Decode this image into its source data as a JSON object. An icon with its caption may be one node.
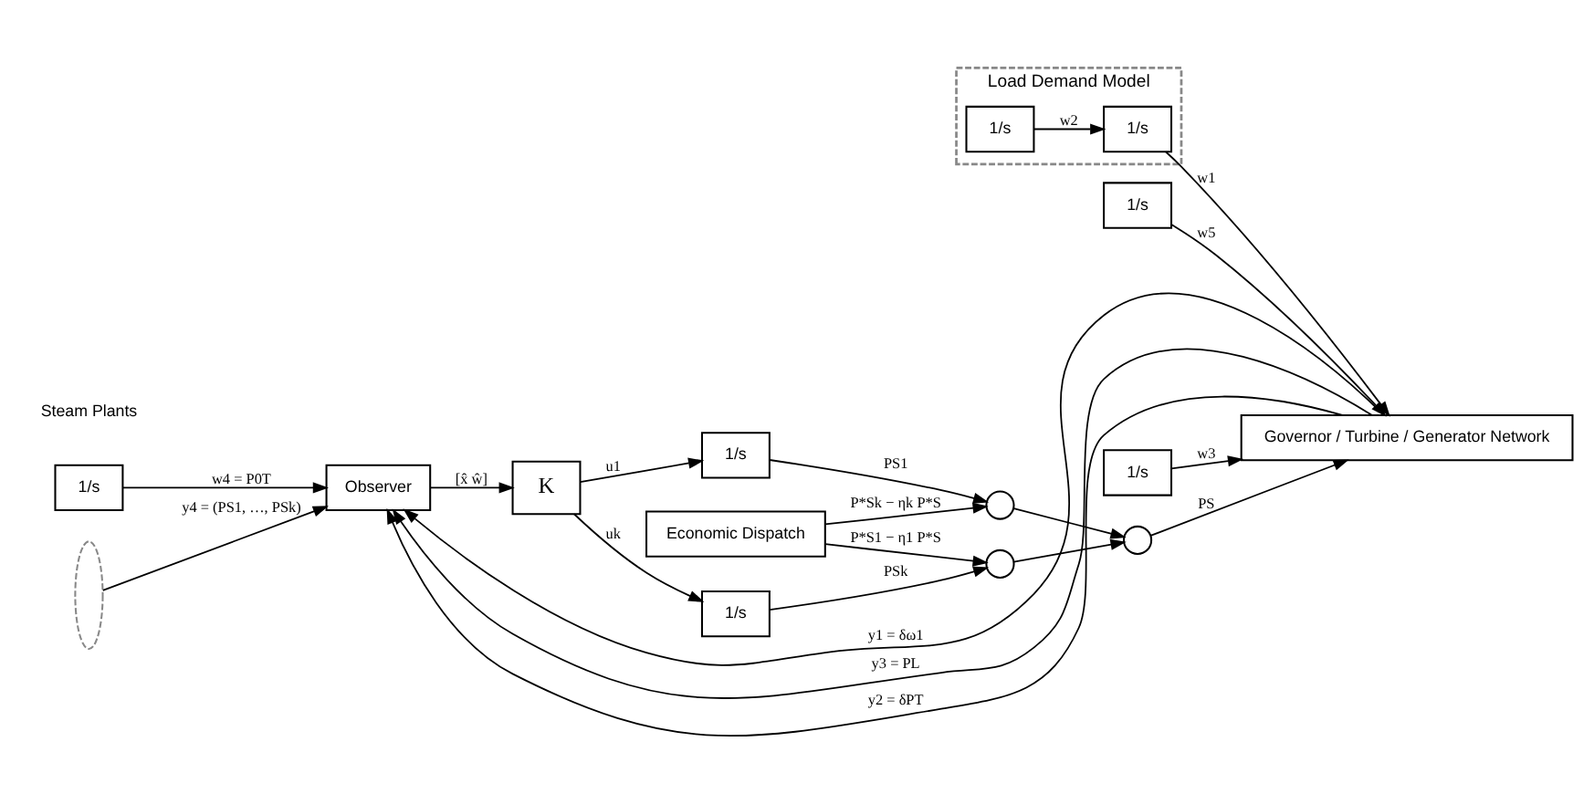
{
  "diagram": {
    "nodes": [
      {
        "text": [
          "Economic Dispatch"
        ]
      },
      {
        "text": [
          "1/s"
        ]
      },
      {
        "text": [
          "Observer"
        ]
      },
      {
        "text": [
          "K"
        ]
      },
      {
        "text": [
          "1/s"
        ]
      },
      {
        "text": [
          "1/s"
        ]
      },
      {
        "text": [],
        "shape": "circle"
      },
      {
        "text": [],
        "shape": "circle"
      },
      {
        "text": [],
        "shape": "circle"
      },
      {
        "text": [
          "Load Demand Model"
        ]
      },
      {
        "text": [
          "1/s"
        ],
        "in": 9
      },
      {
        "text": [
          "1/s"
        ],
        "in": 9
      },
      {
        "text": [
          "Governor / Turbine / Generator Network"
        ]
      },
      {
        "text": [
          "1/s"
        ]
      },
      {
        "text": [
          "1/s"
        ]
      },
      {
        "text": [],
        "shape": "ellipse"
      }
    ],
    "edges": [
      {
        "from": 0,
        "to": 7,
        "arrow": "to",
        "label": "P*S1 − η1 P*S"
      },
      {
        "from": 0,
        "to": 6,
        "arrow": "to",
        "label": "P*Sk − ηk P*S"
      },
      {
        "from": 1,
        "to": 2,
        "arrow": "to",
        "label": "w4 = P0T"
      },
      {
        "from": 2,
        "to": 3,
        "arrow": "to",
        "label": "[x̂ ŵ]"
      },
      {
        "from": 3,
        "to": 4,
        "arrow": "to",
        "label": "u1"
      },
      {
        "from": 3,
        "to": 5,
        "arrow": "to",
        "label": "uk"
      },
      {
        "from": 4,
        "to": 6,
        "arrow": "to",
        "label": "PS1"
      },
      {
        "from": 5,
        "to": 7,
        "arrow": "to",
        "label": "PSk"
      },
      {
        "from": 6,
        "to": 8,
        "arrow": "to"
      },
      {
        "from": 7,
        "to": 8,
        "arrow": "to"
      },
      {
        "from": 8,
        "to": 12,
        "arrow": "to",
        "label": "PS"
      },
      {
        "from": 10,
        "to": 11,
        "arrow": "to",
        "label": "w2"
      },
      {
        "from": 11,
        "to": 12,
        "arrow": "to",
        "label": "w1"
      },
      {
        "from": 13,
        "to": 12,
        "arrow": "to",
        "label": "w5"
      },
      {
        "from": 14,
        "to": 12,
        "arrow": "to",
        "label": "w3"
      },
      {
        "from": 12,
        "to": 2,
        "arrow": "to",
        "label": "y1 = δω1"
      },
      {
        "from": 12,
        "to": 2,
        "arrow": "to",
        "label": "y3 = PL"
      },
      {
        "from": 12,
        "to": 2,
        "arrow": "to",
        "label": "y2 = δPT"
      },
      {
        "from": 15,
        "to": 2,
        "arrow": "to",
        "label": "y4 = (PS1, …, PSk)"
      }
    ],
    "labels": [
      "Steam Plants"
    ]
  }
}
